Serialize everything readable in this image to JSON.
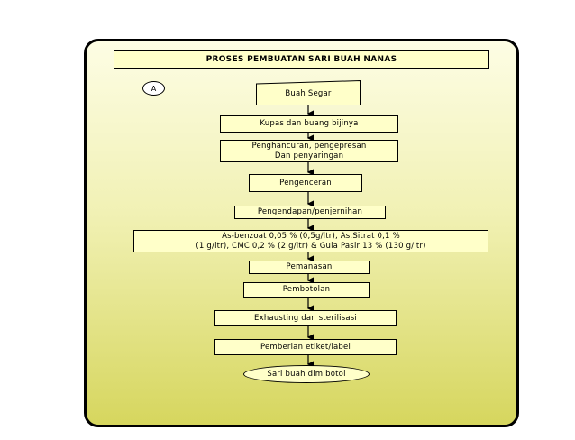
{
  "diagram": {
    "title": "PROSES PEMBUATAN SARI BUAH NANAS",
    "marker": "A",
    "steps": [
      {
        "lines": [
          "Buah Segar"
        ]
      },
      {
        "lines": [
          "Kupas dan buang bijinya"
        ]
      },
      {
        "lines": [
          "Penghancuran, pengepresan",
          "Dan penyaringan"
        ]
      },
      {
        "lines": [
          "Pengenceran"
        ]
      },
      {
        "lines": [
          "Pengendapan/penjernihan"
        ]
      },
      {
        "lines": [
          "As-benzoat 0,05 % (0,5g/ltr), As.Sitrat 0,1 %",
          "(1 g/ltr), CMC 0,2 % (2 g/ltr) & Gula Pasir 13 % (130 g/ltr)"
        ]
      },
      {
        "lines": [
          "Pemanasan"
        ]
      },
      {
        "lines": [
          "Pembotolan"
        ]
      },
      {
        "lines": [
          "Exhausting dan sterilisasi"
        ]
      },
      {
        "lines": [
          "Pemberian etiket/label"
        ]
      },
      {
        "lines": [
          "Sari buah dlm botol"
        ]
      }
    ],
    "colors": {
      "box_fill": "#ffffc9",
      "panel_gradient_bottom": "#d6d65e",
      "line": "#000000"
    }
  }
}
